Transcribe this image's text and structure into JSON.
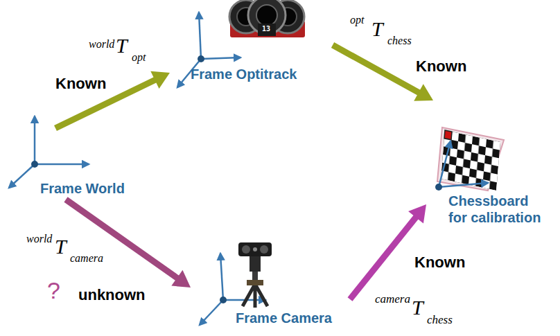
{
  "diagram": {
    "nodes": [
      {
        "text": [
          "Frame World"
        ]
      },
      {
        "text": [
          "Frame Optitrack"
        ]
      },
      {
        "text": [
          "Chessboard for calibration"
        ]
      },
      {
        "text": [
          "Frame Camera"
        ]
      }
    ],
    "edges": [
      {
        "from": 0,
        "to": 1,
        "arrow": "to",
        "label": "Known"
      },
      {
        "from": 1,
        "to": 2,
        "arrow": "to",
        "label": "Known"
      },
      {
        "from": 0,
        "to": 3,
        "arrow": "to",
        "label": "unknown"
      },
      {
        "from": 3,
        "to": 2,
        "arrow": "to",
        "label": "Known"
      }
    ],
    "labels": [
      "world",
      "T",
      "opt",
      "opt",
      "T",
      "chess",
      "world",
      "T",
      "camera",
      "camera",
      "T",
      "chess",
      "?",
      "13"
    ]
  }
}
